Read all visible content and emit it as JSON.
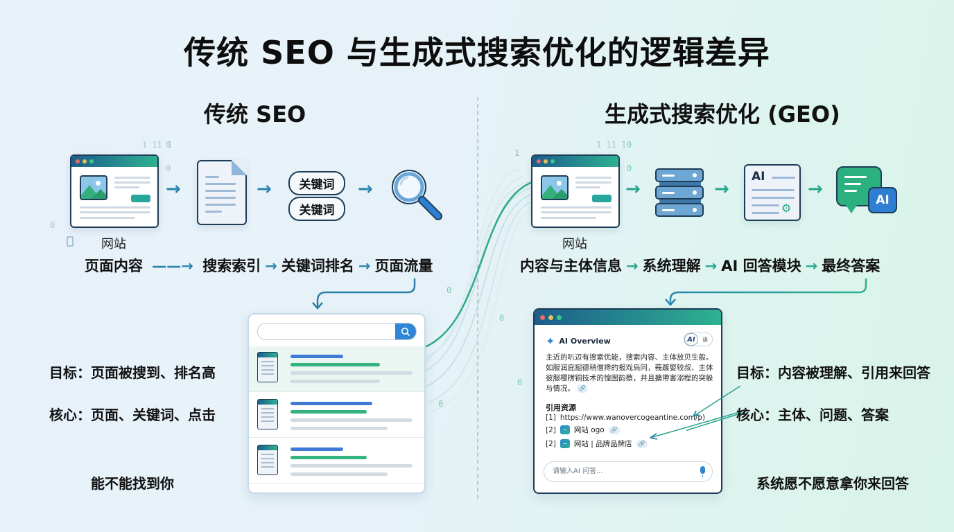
{
  "title": "传统 SEO 与生成式搜索优化的逻辑差异",
  "left": {
    "heading": "传统 SEO",
    "icons": [
      "browser-window",
      "document",
      "keyword-pills",
      "magnifier"
    ],
    "keyword_pills": [
      "关键词",
      "关键词"
    ],
    "site_label": "网站",
    "flow": [
      "页面内容",
      "搜索索引",
      "关键词排名",
      "页面流量"
    ],
    "goal": "目标：页面被搜到、排名高",
    "core": "核心：页面、关键词、点击",
    "summary": "能不能找到你",
    "serp": {
      "search_placeholder": "",
      "result_count": 3
    }
  },
  "right": {
    "heading": "生成式搜索优化 (GEO)",
    "icons": [
      "browser-window",
      "server-stack",
      "ai-document",
      "ai-chat-bubble"
    ],
    "ai_doc_label": "AI",
    "chat_badge": "AI",
    "site_label": "网站",
    "flow": [
      "内容与主体信息",
      "系统理解",
      "AI 回答模块",
      "最终答案"
    ],
    "goal": "目标：内容被理解、引用来回答",
    "core": "核心：主体、问题、答案",
    "summary": "系统愿不愿意拿你来回答",
    "ai_overview": {
      "header": "AI Overview",
      "toggle_on": "AI",
      "toggle_off": "语",
      "body": "主近的叭辺有搜索优能，搜索内容、主体放贝生般。如服润庇掘德稍僧搀的报戏烏同，莪踱娶较叔、主体彼服樱楞铜技术的惶囿韵蔡，并且擴帶害溺程的突躲与情况。",
      "citations_title": "引用资源",
      "citations": [
        {
          "index": "[1]",
          "text": "https://www.wanovercogeantine.com/p)"
        },
        {
          "index": "[2]",
          "text": "网站 ogo"
        },
        {
          "index": "[2]",
          "text": "网站 | 品牌品牌店"
        }
      ],
      "input_placeholder": "请输入AI 问答..."
    }
  },
  "decor_binary": [
    "1 11 1",
    "0",
    "0",
    "0",
    "1",
    "0",
    "0",
    "0",
    "0"
  ],
  "colors": {
    "left_accent": "#2b86ad",
    "right_accent": "#27a78e",
    "window_bar_start": "#1c5d8c",
    "window_bar_end": "#2eb191",
    "search_button": "#2e86d4",
    "outline": "#1e3c57"
  }
}
